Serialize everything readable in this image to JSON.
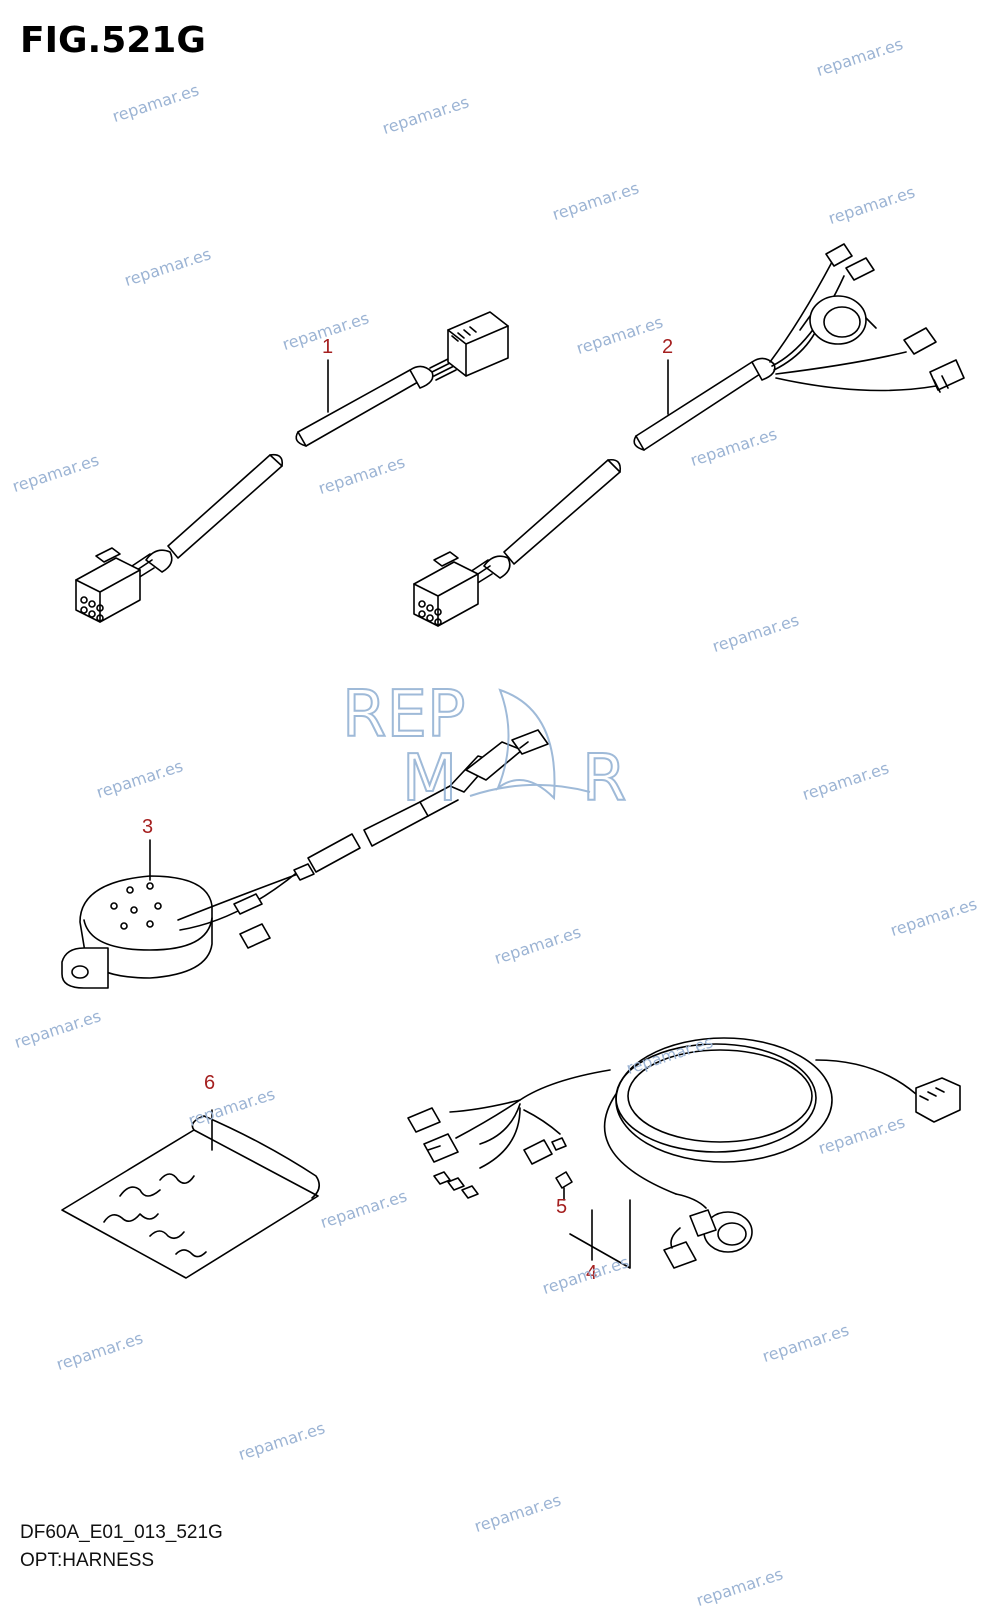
{
  "figure": {
    "title": "FIG.521G",
    "footer_code": "DF60A_E01_013_521G",
    "footer_caption": "OPT:HARNESS"
  },
  "part_labels": [
    "1",
    "2",
    "3",
    "4",
    "5",
    "6"
  ],
  "watermark": {
    "text": "repamar.es",
    "logo_top": "REP",
    "logo_bottom_left": "M",
    "logo_bottom_right": "R"
  },
  "colors": {
    "label": "#a52020",
    "line": "#000000",
    "watermark": "#9cb4d4",
    "logo": "#7fa3cc"
  }
}
